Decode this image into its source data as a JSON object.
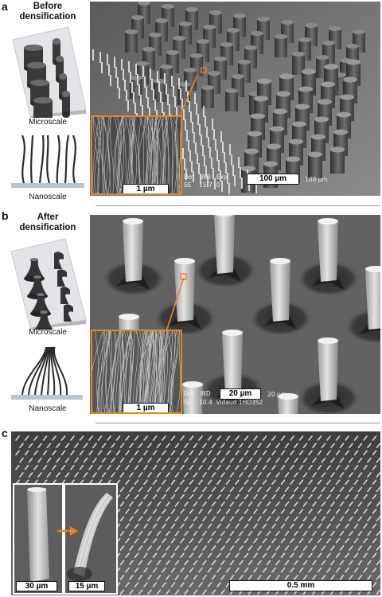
{
  "panels": {
    "a": {
      "letter": "a",
      "title_line1": "Before",
      "title_line2": "densification",
      "micro_label": "Microscale",
      "nano_label": "Nanoscale",
      "inset_scale": "1 µm",
      "main_scale": "100 µm",
      "meta_head": "Det   WD   Exp",
      "meta_vals": "SE    15.7  0",
      "meta_scale_text": "100 µm"
    },
    "b": {
      "letter": "b",
      "title_line1": "After",
      "title_line2": "densification",
      "micro_label": "Microscale",
      "nano_label": "Nanoscale",
      "inset_scale": "1 µm",
      "main_scale": "20 µm",
      "meta_head": "Det   WD",
      "meta_vals": "SE    10.4  Vidaud 1HD3S2",
      "meta_scale_text": "20 µm"
    },
    "c": {
      "letter": "c",
      "inset1_scale": "30 µm",
      "inset2_scale": "15 µm",
      "main_scale": "0.5 mm"
    }
  },
  "colors": {
    "accent_orange": "#e8861f",
    "sem_dark": "#3a3a3a",
    "sem_light": "#d8d8d8"
  }
}
